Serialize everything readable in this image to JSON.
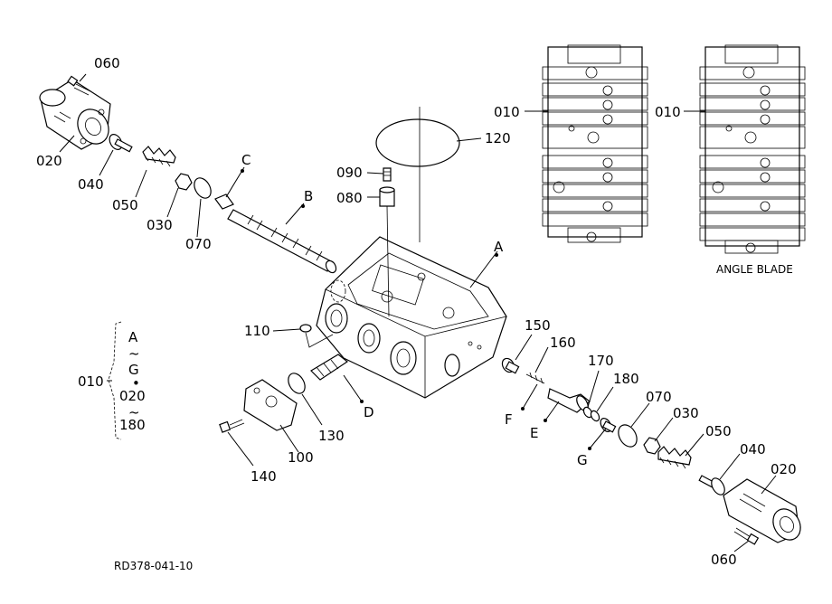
{
  "labels": {
    "p060_top": "060",
    "p020_top": "020",
    "p040_top": "040",
    "p050_top": "050",
    "p030_top": "030",
    "p070_top": "070",
    "c": "C",
    "b": "B",
    "p090": "090",
    "p080": "080",
    "p120": "120",
    "a": "A",
    "p110": "110",
    "p010_left": "010",
    "p010_mid": "010",
    "p010_right": "010",
    "angle_blade": "ANGLE BLADE",
    "group_a": "A",
    "group_tilde1": "~",
    "group_g": "G",
    "group_dot": "•",
    "group_020": "020",
    "group_tilde2": "~",
    "group_180": "180",
    "d": "D",
    "p130": "130",
    "p100": "100",
    "p140": "140",
    "p150": "150",
    "p160": "160",
    "f": "F",
    "e": "E",
    "p170": "170",
    "p180": "180",
    "g": "G",
    "p070_bot": "070",
    "p030_bot": "030",
    "p050_bot": "050",
    "p040_bot": "040",
    "p020_bot": "020",
    "p060_bot": "060",
    "ref_code": "RD378-041-10"
  }
}
